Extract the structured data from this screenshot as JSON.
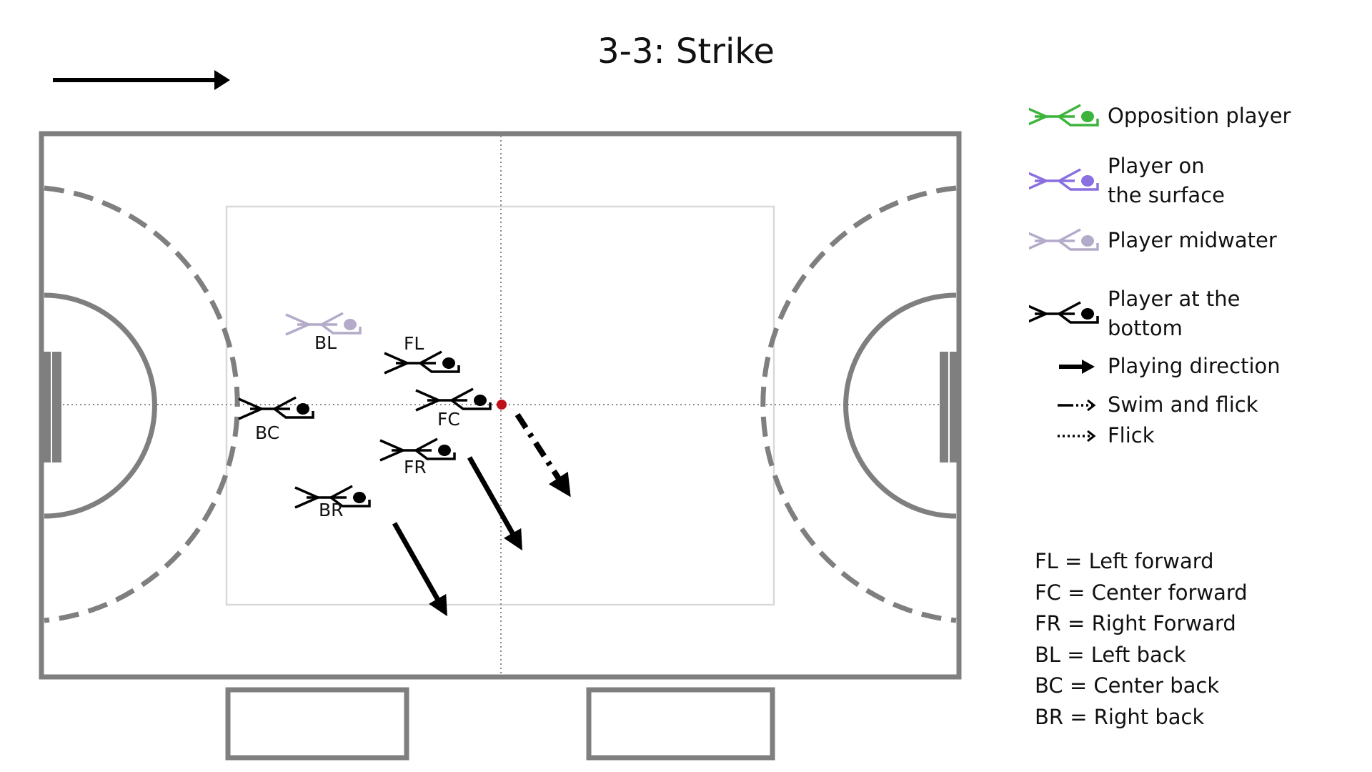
{
  "title": "3-3: Strike",
  "colors": {
    "court_line": "#7f7f7f",
    "inner_box": "#d9d9d9",
    "ball": "#c0101a",
    "opposition": "#3cb43c",
    "surface": "#8a6fe0",
    "midwater": "#b3abc9",
    "bottom": "#000000"
  },
  "legend": {
    "opposition": {
      "label": "Opposition player",
      "icon": "swimmer-icon"
    },
    "surface": {
      "label": "Player on the surface",
      "icon": "swimmer-icon"
    },
    "midwater": {
      "label": "Player midwater",
      "icon": "swimmer-icon"
    },
    "bottom": {
      "label": "Player at the bottom",
      "icon": "swimmer-icon"
    },
    "playing_direction": {
      "label": "Playing direction",
      "icon": "solid-arrow-icon"
    },
    "swim_and_flick": {
      "label": "Swim and flick",
      "icon": "dash-dot-arrow-icon"
    },
    "flick": {
      "label": "Flick",
      "icon": "dotted-arrow-icon"
    }
  },
  "abbreviations": [
    "FL = Left forward",
    "FC = Center forward",
    "FR = Right Forward",
    "BL = Left back",
    "BC = Center back",
    "BR = Right back"
  ],
  "players": [
    {
      "code": "BL",
      "state": "midwater"
    },
    {
      "code": "FL",
      "state": "bottom"
    },
    {
      "code": "FC",
      "state": "bottom"
    },
    {
      "code": "BC",
      "state": "bottom"
    },
    {
      "code": "FR",
      "state": "bottom"
    },
    {
      "code": "BR",
      "state": "bottom"
    }
  ],
  "movements": [
    {
      "from": "FC",
      "type": "swim_and_flick"
    },
    {
      "from": "FR",
      "type": "playing_direction"
    },
    {
      "from": "BR",
      "type": "playing_direction"
    }
  ]
}
